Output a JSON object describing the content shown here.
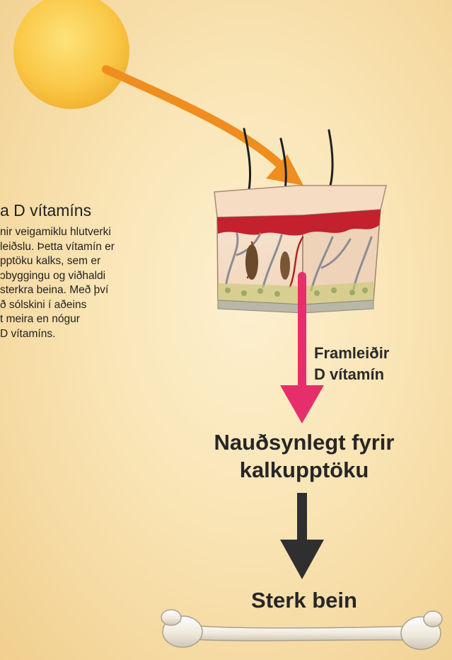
{
  "article": {
    "heading": "a D vítamíns",
    "body_lines": [
      "nir veigamiklu hlutverki",
      "leiðslu. Þetta vítamín er",
      "pptöku kalks, sem er",
      "ɔbyggingu og viðhaldi",
      "sterkra beina. Með því",
      "ð sólskini í aðeins",
      "t meira en nógur",
      "D vítamíns."
    ]
  },
  "diagram": {
    "produces_label": [
      "Framleiðir",
      "D vítamín"
    ],
    "needed_label": [
      "Nauðsynlegt fyrir",
      "kalkupptöku"
    ],
    "result_label": "Sterk bein"
  },
  "colors": {
    "sun": "#f9c846",
    "sun_arrow": "#ef8d1f",
    "skin_arrow": "#e62e6b",
    "dark_arrow": "#2f2f2f",
    "skin_top": "#f4d8bd",
    "blood": "#c3212d"
  }
}
